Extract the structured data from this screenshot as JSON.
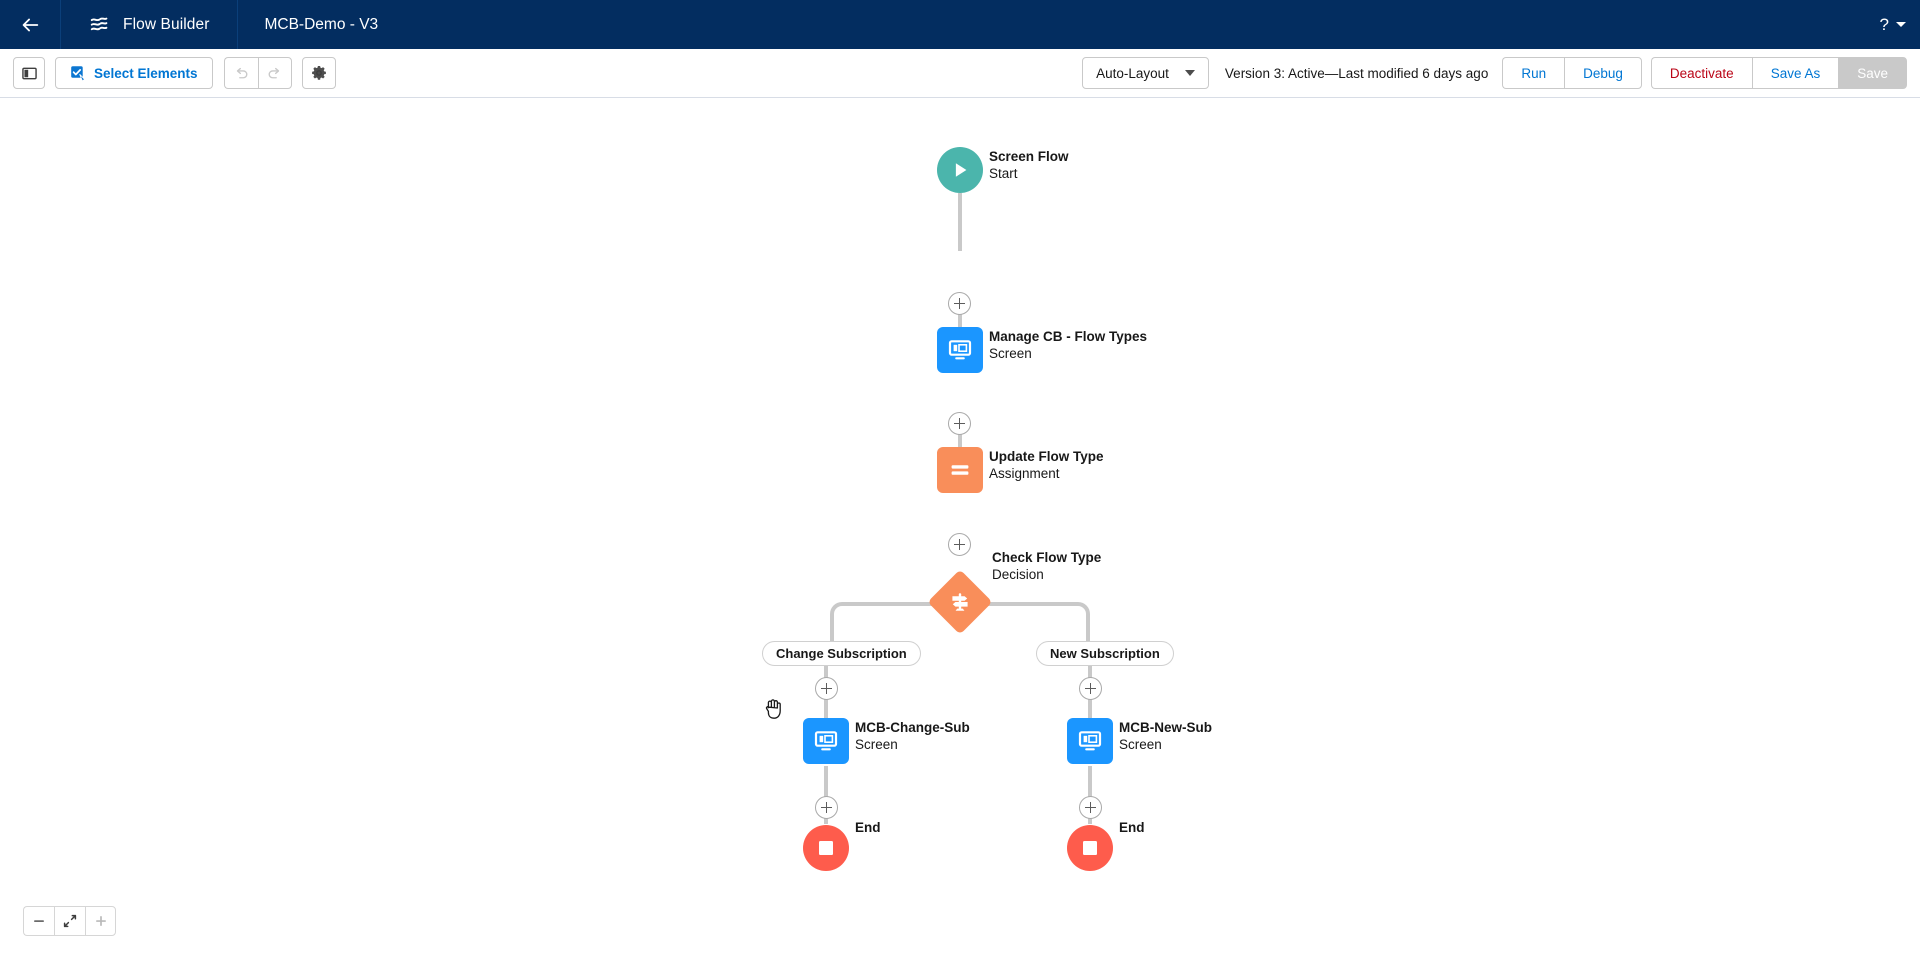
{
  "header": {
    "back_icon": "arrow-left-icon",
    "app_icon": "flow-builder-icon",
    "app_name": "Flow Builder",
    "flow_name": "MCB-Demo - V3",
    "help_label": "?",
    "help_icon": "help-icon"
  },
  "toolbar": {
    "panel_toggle_icon": "toggle-left-panel-icon",
    "select_elements_label": "Select Elements",
    "select_elements_icon": "select-elements-icon",
    "undo_icon": "undo-icon",
    "redo_icon": "redo-icon",
    "settings_icon": "gear-icon",
    "layout_label": "Auto-Layout",
    "layout_caret_icon": "chevron-down-icon",
    "version_status": "Version 3: Active—Last modified 6 days ago",
    "run_label": "Run",
    "debug_label": "Debug",
    "deactivate_label": "Deactivate",
    "save_as_label": "Save As",
    "save_label": "Save"
  },
  "canvas": {
    "nodes": [
      {
        "id": "start",
        "title": "Screen Flow",
        "subtitle": "Start",
        "icon": "play-icon"
      },
      {
        "id": "screen1",
        "title": "Manage CB - Flow Types",
        "subtitle": "Screen",
        "icon": "screen-icon"
      },
      {
        "id": "assignment",
        "title": "Update Flow Type",
        "subtitle": "Assignment",
        "icon": "assignment-icon"
      },
      {
        "id": "decision",
        "title": "Check Flow Type",
        "subtitle": "Decision",
        "icon": "decision-icon"
      },
      {
        "id": "screen2",
        "title": "MCB-Change-Sub",
        "subtitle": "Screen",
        "icon": "screen-icon"
      },
      {
        "id": "screen3",
        "title": "MCB-New-Sub",
        "subtitle": "Screen",
        "icon": "screen-icon"
      },
      {
        "id": "end1",
        "title": "End",
        "subtitle": "",
        "icon": "end-icon"
      },
      {
        "id": "end2",
        "title": "End",
        "subtitle": "",
        "icon": "end-icon"
      }
    ],
    "branches": [
      {
        "id": "left",
        "label": "Change Subscription"
      },
      {
        "id": "right",
        "label": "New Subscription"
      }
    ],
    "add_button_icon": "plus-icon",
    "cursor_icon": "grab-hand-cursor"
  },
  "zoom_controls": {
    "zoom_out_icon": "minus-icon",
    "fit_icon": "fit-to-view-icon",
    "zoom_in_icon": "plus-icon"
  },
  "colors": {
    "header_bg": "#032D60",
    "link_blue": "#0176d3",
    "danger_red": "#ba0517",
    "start_teal": "#4BB5AC",
    "screen_blue": "#1B96FF",
    "assignment_orange": "#F98E5A",
    "end_red": "#FE5C4C",
    "connector_gray": "#c9c9c9"
  }
}
